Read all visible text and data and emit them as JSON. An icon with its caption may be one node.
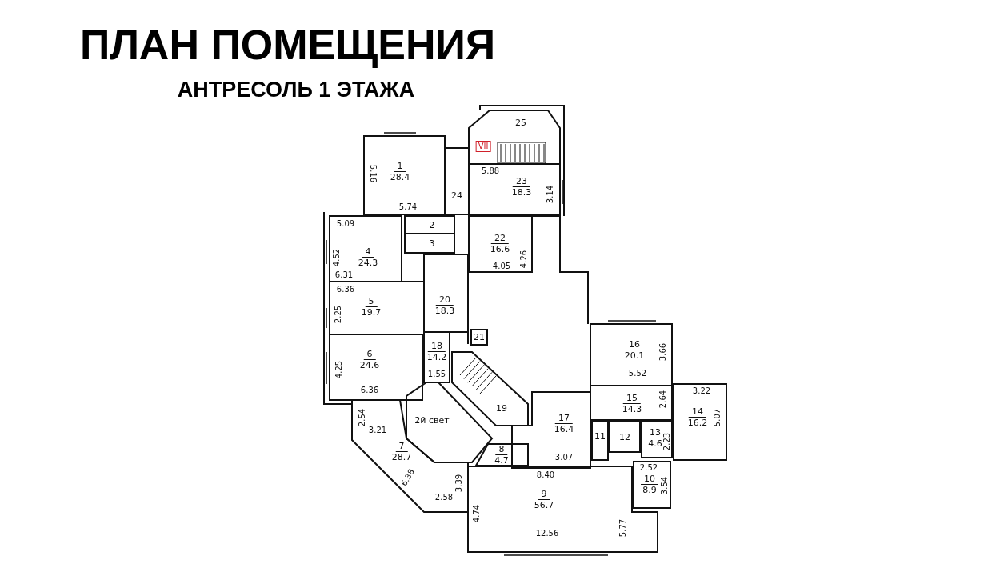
{
  "diagram": {
    "title": "ПЛАН ПОМЕЩЕНИЯ",
    "nodes": [
      {
        "text": [
          "25"
        ]
      },
      {
        "text": [
          "1",
          "28.4"
        ]
      },
      {
        "text": [
          "24"
        ]
      },
      {
        "text": [
          "23",
          "18.3"
        ]
      },
      {
        "text": [
          "4",
          "24.3"
        ]
      },
      {
        "text": [
          "2"
        ]
      },
      {
        "text": [
          "3"
        ]
      },
      {
        "text": [
          "22",
          "16.6"
        ]
      },
      {
        "text": [
          "5",
          "19.7"
        ]
      },
      {
        "text": [
          "20",
          "18.3"
        ]
      },
      {
        "text": [
          "21"
        ]
      },
      {
        "text": [
          "16",
          "20.1"
        ]
      },
      {
        "text": [
          "6",
          "24.6"
        ]
      },
      {
        "text": [
          "18",
          "14.2"
        ]
      },
      {
        "text": [
          "19"
        ]
      },
      {
        "text": [
          "15",
          "14.3"
        ]
      },
      {
        "text": [
          "14",
          "16.2"
        ]
      },
      {
        "text": [
          "2й свет"
        ]
      },
      {
        "text": [
          "7",
          "28.7"
        ]
      },
      {
        "text": [
          "17",
          "16.4"
        ]
      },
      {
        "text": [
          "11"
        ]
      },
      {
        "text": [
          "12"
        ]
      },
      {
        "text": [
          "13",
          "4.6"
        ]
      },
      {
        "text": [
          "8",
          "4.7"
        ]
      },
      {
        "text": [
          "10",
          "8.9"
        ]
      },
      {
        "text": [
          "9",
          "56.7"
        ]
      }
    ],
    "labels": [
      "АНТРЕСОЛЬ 1 ЭТАЖА",
      "VII",
      "5.88",
      "5.16",
      "3.14",
      "5.74",
      "5.09",
      "4.52",
      "4.26",
      "6.31",
      "4.05",
      "6.36",
      "2.25",
      "3.66",
      "1.55",
      "4.25",
      "5.52",
      "6.36",
      "2.64",
      "3.22",
      "2.54",
      "3.21",
      "5.07",
      "2.23",
      "6.38",
      "3.07",
      "2.52",
      "8.40",
      "3.54",
      "3.39",
      "2.58",
      "4.74",
      "5.77",
      "12.56"
    ]
  }
}
